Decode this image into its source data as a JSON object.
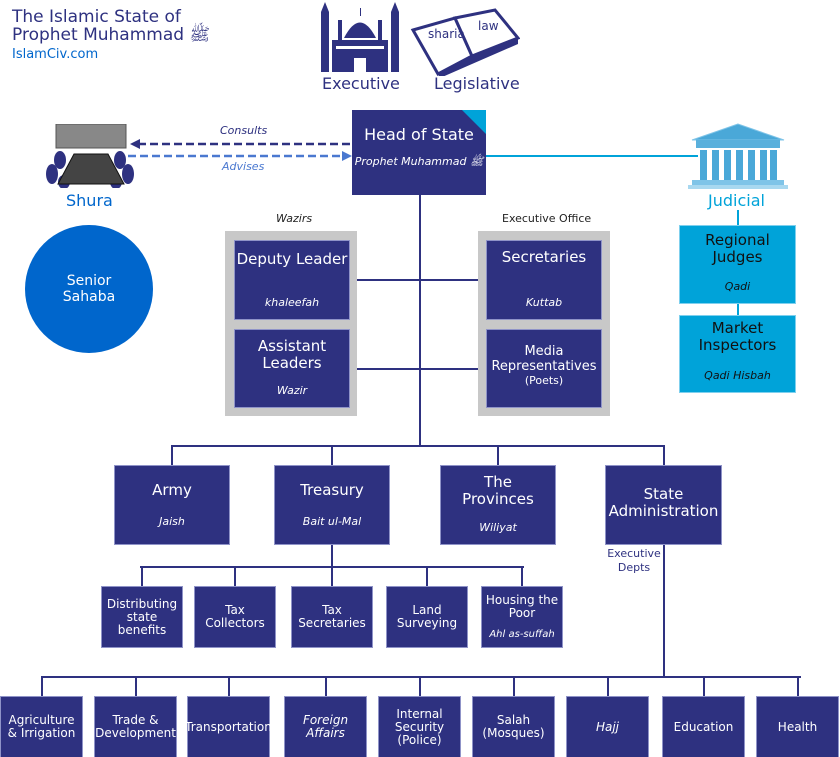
{
  "header": {
    "title_line1": "The Islamic State of",
    "title_line2": "Prophet Muhammad ﷺ",
    "site": "IslamCiv.com"
  },
  "icons": {
    "executive": "Executive",
    "legislative": "Legislative",
    "book_word1": "sharia",
    "book_word2": "law"
  },
  "head": {
    "title": "Head of State",
    "subtitle": "Prophet Muhammad ﷺ"
  },
  "shura": {
    "label": "Shura",
    "consults": "Consults",
    "advises": "Advises",
    "senior": "Senior Sahaba"
  },
  "wazirs": {
    "label": "Wazirs",
    "deputy": "Deputy Leader",
    "deputy_sub": "khaleefah",
    "assistant": "Assistant Leaders",
    "assistant_sub": "Wazir"
  },
  "exec_office": {
    "label": "Executive Office",
    "secretaries": "Secretaries",
    "secretaries_sub": "Kuttab",
    "media": "Media Representatives",
    "media_sub": "(Poets)"
  },
  "judicial": {
    "label": "Judicial",
    "regional": "Regional Judges",
    "regional_sub": "Qadi",
    "market": "Market Inspectors",
    "market_sub": "Qadi Hisbah"
  },
  "depts": [
    {
      "title": "Army",
      "sub": "Jaish"
    },
    {
      "title": "Treasury",
      "sub": "Bait ul-Mal"
    },
    {
      "title": "The Provinces",
      "sub": "Wiliyat"
    },
    {
      "title": "State Administration",
      "sub": ""
    }
  ],
  "exec_depts_label": "Executive Depts",
  "treasury_units": [
    {
      "title": "Distributing state benefits",
      "sub": ""
    },
    {
      "title": "Tax Collectors",
      "sub": ""
    },
    {
      "title": "Tax Secretaries",
      "sub": ""
    },
    {
      "title": "Land Surveying",
      "sub": ""
    },
    {
      "title": "Housing the Poor",
      "sub": "Ahl as-suffah"
    }
  ],
  "admin_units": [
    "Agriculture & Irrigation",
    "Trade & Development",
    "Transportation",
    "Foreign Affairs",
    "Internal Security (Police)",
    "Salah (Mosques)",
    "Hajj",
    "Education",
    "Health"
  ],
  "colors": {
    "navy": "#2e3180",
    "cyan": "#00a3d9",
    "blue": "#0066cc",
    "gray": "#c8c8c8"
  }
}
